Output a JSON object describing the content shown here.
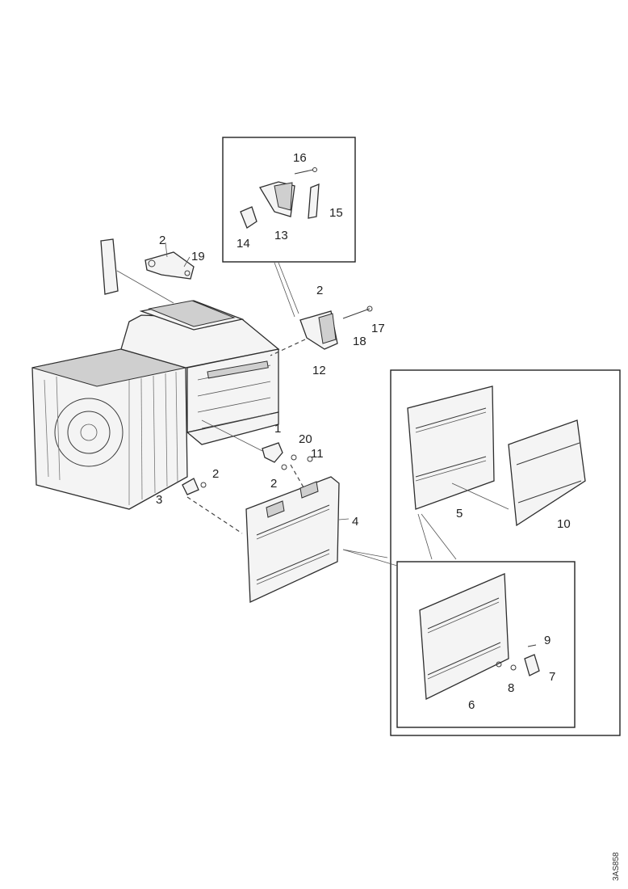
{
  "figure": {
    "callouts": {
      "c1": "1",
      "c2a": "2",
      "c2b": "2",
      "c2c": "2",
      "c2d": "2",
      "c3": "3",
      "c4": "4",
      "c5": "5",
      "c6": "6",
      "c7": "7",
      "c8": "8",
      "c9": "9",
      "c10": "10",
      "c11": "11",
      "c12": "12",
      "c13": "13",
      "c14": "14",
      "c15": "15",
      "c16": "16",
      "c17": "17",
      "c18": "18",
      "c19": "19",
      "c20": "20"
    },
    "drawing_code": "3AS858"
  }
}
